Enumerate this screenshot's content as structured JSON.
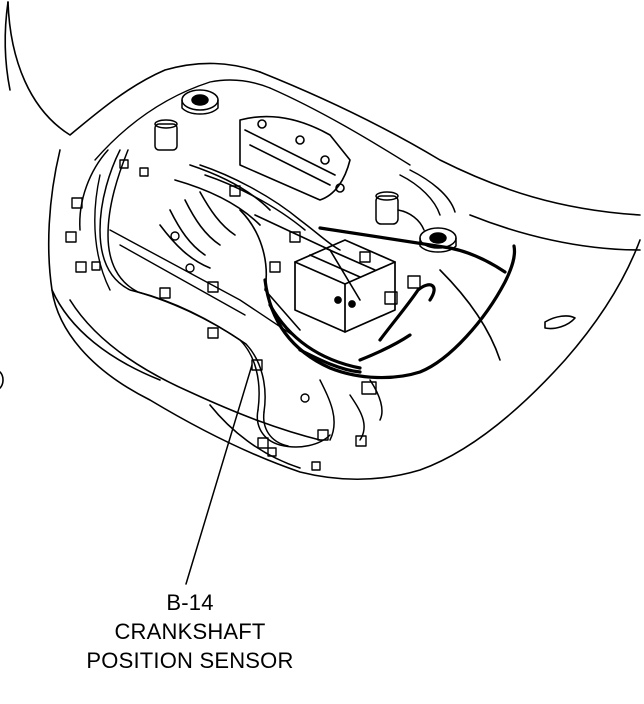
{
  "diagram": {
    "callout": {
      "code": "B-14",
      "line1": "CRANKSHAFT",
      "line2": "POSITION SENSOR"
    },
    "colors": {
      "ink": "#000000",
      "paper": "#ffffff"
    }
  }
}
